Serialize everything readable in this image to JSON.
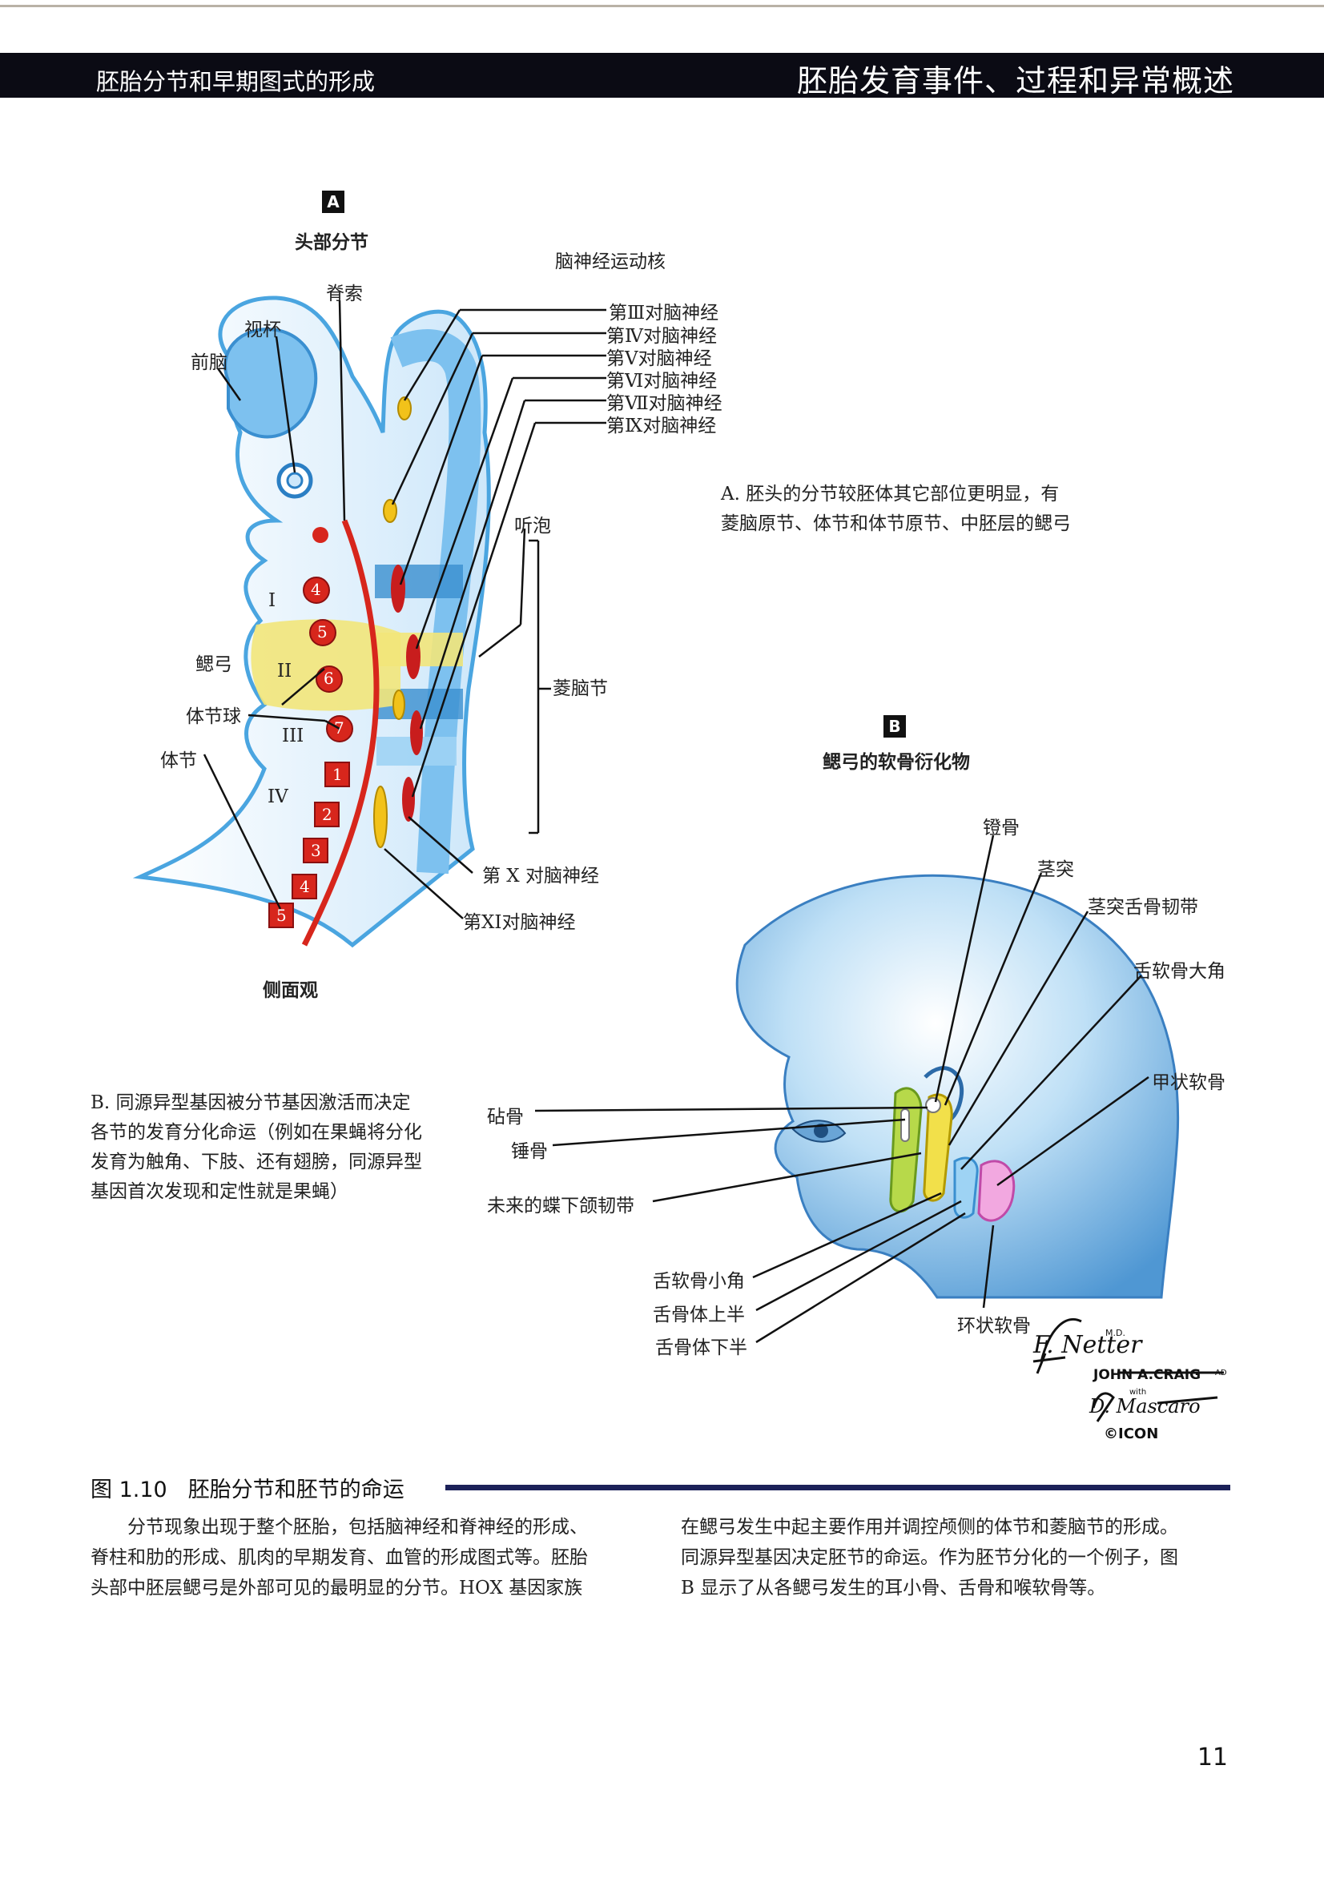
{
  "header": {
    "left_title": "胚胎分节和早期图式的形成",
    "right_title": "胚胎发育事件、过程和异常概述"
  },
  "panel_a": {
    "badge": "A",
    "title": "头部分节",
    "subtitle": "侧面观",
    "labels": {
      "notochord": "脊索",
      "optic_cup": "视杯",
      "forebrain": "前脑",
      "motor_nuclei": "脑神经运动核",
      "otocyst": "听泡",
      "rhombomeres": "菱脑节",
      "arches": "鳃弓",
      "somitomere": "体节球",
      "somite": "体节",
      "nerve_x": "第 X 对脑神经",
      "nerve_xi": "第XI对脑神经"
    },
    "cranial_nerves": [
      "第Ⅲ对脑神经",
      "第Ⅳ对脑神经",
      "第Ⅴ对脑神经",
      "第Ⅵ对脑神经",
      "第Ⅶ对脑神经",
      "第Ⅸ对脑神经"
    ],
    "arch_numerals": [
      "I",
      "II",
      "III",
      "IV"
    ],
    "somitomere_numbers": [
      "4",
      "5",
      "6",
      "7"
    ],
    "somite_numbers": [
      "1",
      "2",
      "3",
      "4",
      "5"
    ],
    "description": [
      "A. 胚头的分节较胚体其它部位更明显，有",
      "菱脑原节、体节和体节原节、中胚层的鳃弓"
    ]
  },
  "panel_b": {
    "badge": "B",
    "title": "鳃弓的软骨衍化物",
    "labels_right": [
      "镫骨",
      "茎突",
      "茎突舌骨韧带",
      "舌软骨大角",
      "甲状软骨"
    ],
    "labels_left": [
      "砧骨",
      "锤骨",
      "未来的蝶下颌韧带"
    ],
    "labels_bottom": [
      "舌软骨小角",
      "舌骨体上半",
      "舌骨体下半"
    ],
    "label_cricoid": "环状软骨",
    "description": [
      "B. 同源异型基因被分节基因激活而决定",
      "各节的发育分化命运（例如在果蝇将分化",
      "发育为触角、下肢、还有翅膀，同源异型",
      "基因首次发现和定性就是果蝇）"
    ]
  },
  "signature": {
    "artist": "F. Netter",
    "md": "M.D.",
    "craig": "JOHN A.CRAIG",
    "ad": "AD",
    "with": "with",
    "mascaro": "D. Mascaro",
    "logo": "©ICON"
  },
  "caption": {
    "figure": "图 1.10",
    "title": "胚胎分节和胚节的命运"
  },
  "body": {
    "left": [
      "分节现象出现于整个胚胎，包括脑神经和脊神经的形成、",
      "脊柱和肋的形成、肌肉的早期发育、血管的形成图式等。胚胎",
      "头部中胚层鳃弓是外部可见的最明显的分节。HOX 基因家族"
    ],
    "right": [
      "在鳃弓发生中起主要作用并调控颅侧的体节和菱脑节的形成。",
      "同源异型基因决定胚节的命运。作为胚节分化的一个例子，图",
      "B 显示了从各鳃弓发生的耳小骨、舌骨和喉软骨等。"
    ]
  },
  "page_number": "11",
  "colors": {
    "header_bg": "#0b0b14",
    "caption_rule": "#1c2159",
    "embryo_blue": "#4aa5e0",
    "notochord_red": "#d7261c",
    "arch_yellow": "#f2e57a"
  }
}
